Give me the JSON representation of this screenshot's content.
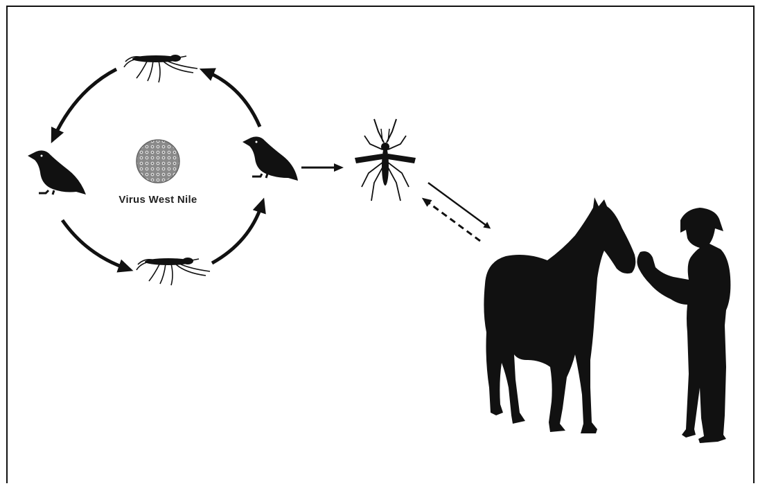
{
  "diagram": {
    "center_label": "Virus West Nile",
    "nodes": [
      {
        "id": "mosquito-top",
        "icon": "mosquito-icon"
      },
      {
        "id": "bird-right",
        "icon": "bird-icon"
      },
      {
        "id": "mosquito-bottom",
        "icon": "mosquito-icon"
      },
      {
        "id": "bird-left",
        "icon": "bird-icon"
      },
      {
        "id": "virus",
        "icon": "virus-icon"
      },
      {
        "id": "mosquito-bridge",
        "icon": "mosquito-icon"
      },
      {
        "id": "horse",
        "icon": "horse-icon"
      },
      {
        "id": "human",
        "icon": "person-icon"
      }
    ],
    "edges": [
      {
        "from": "mosquito-top",
        "to": "bird-left",
        "style": "solid"
      },
      {
        "from": "bird-left",
        "to": "mosquito-bottom",
        "style": "solid"
      },
      {
        "from": "mosquito-bottom",
        "to": "bird-right",
        "style": "solid"
      },
      {
        "from": "bird-right",
        "to": "mosquito-top",
        "style": "solid"
      },
      {
        "from": "bird-right",
        "to": "mosquito-bridge",
        "style": "solid"
      },
      {
        "from": "mosquito-bridge",
        "to": "horse",
        "style": "solid"
      },
      {
        "from": "horse",
        "to": "mosquito-bridge",
        "style": "dashed"
      }
    ]
  }
}
